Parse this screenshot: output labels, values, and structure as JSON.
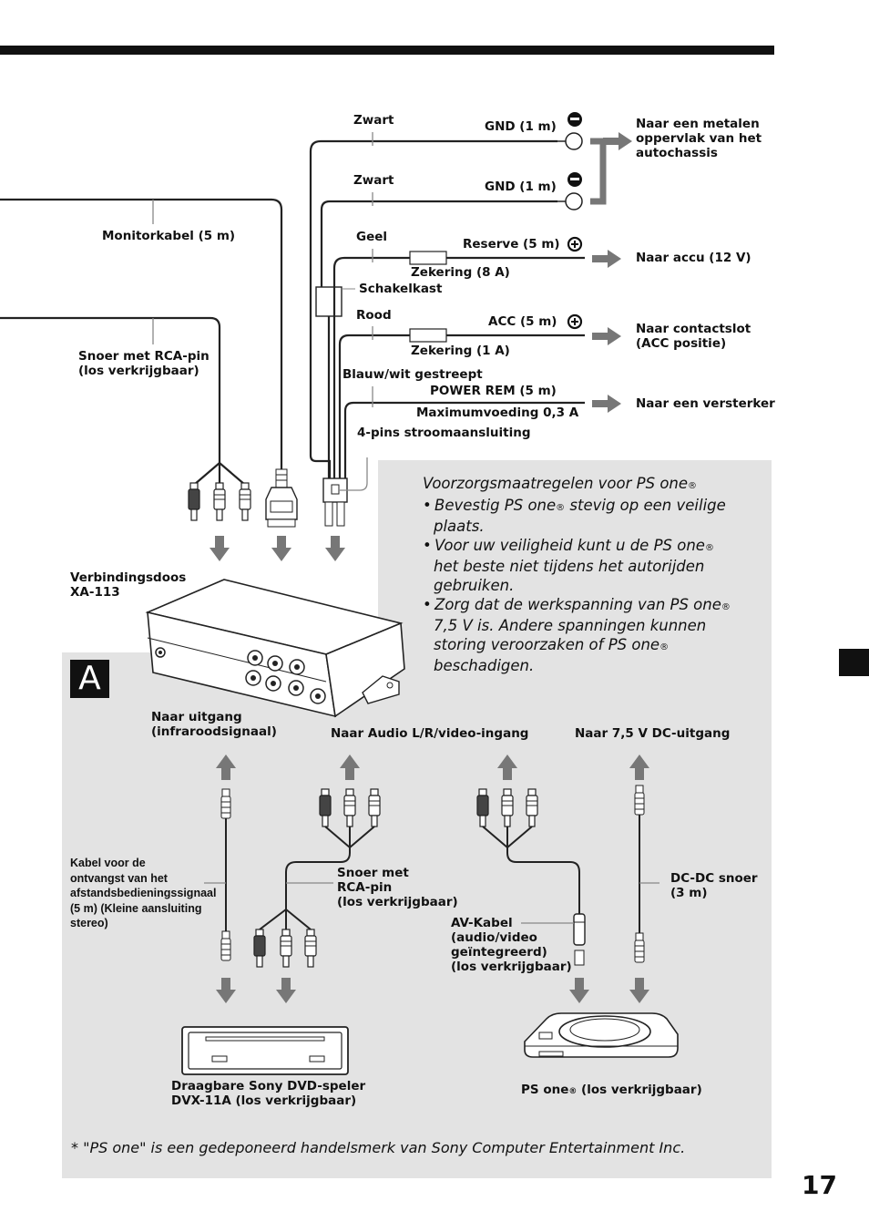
{
  "page_number": "17",
  "section_mark": "A",
  "wires": {
    "zwart1": "Zwart",
    "gnd1": "GND (1 m)",
    "zwart2": "Zwart",
    "gnd2": "GND (1 m)",
    "metal": [
      "Naar een metalen",
      "oppervlak van het",
      "autochassis"
    ],
    "monitorkabel": "Monitorkabel (5 m)",
    "geel": "Geel",
    "reserve": "Reserve (5 m)",
    "accu": "Naar accu (12 V)",
    "zekering8": "Zekering (8 A)",
    "schakelkast": "Schakelkast",
    "rood": "Rood",
    "acc": "ACC (5 m)",
    "contactslot": [
      "Naar contactslot",
      "(ACC positie)"
    ],
    "zekering1": "Zekering (1 A)",
    "snoer_rca_top": [
      "Snoer met RCA-pin",
      "(los verkrijgbaar)"
    ],
    "blauw": "Blauw/wit gestreept",
    "power_rem": "POWER REM (5 m)",
    "versterker": "Naar een versterker",
    "maxvoeding": "Maximumvoeding 0,3 A",
    "vierpins": "4-pins stroomaansluiting"
  },
  "junction_box": [
    "Verbindingsdoos",
    "XA-113"
  ],
  "notice": {
    "title": "Voorzorgsmaatregelen voor PS one",
    "reg": "®",
    "bullet1": [
      "• Bevestig PS one",
      "®",
      " stevig op een veilige",
      "plaats."
    ],
    "bullet2": [
      "• Voor uw veiligheid kunt u de PS one",
      "®",
      "het beste niet tijdens het autorijden",
      "gebruiken."
    ],
    "bullet3": [
      "• Zorg dat de werkspanning van PS one",
      "®",
      "7,5 V is. Andere spanningen kunnen",
      "storing veroorzaken of PS one",
      "®",
      "beschadigen."
    ]
  },
  "bottom": {
    "uitgang": [
      "Naar uitgang",
      "(infraroodsignaal)"
    ],
    "audio": "Naar Audio L/R/video-ingang",
    "dc_out": "Naar 7,5 V DC-uitgang",
    "kabel_ir": [
      "Kabel voor de",
      "ontvangst van het",
      "afstandsbedieningssignaal",
      "(5 m) (Kleine aansluiting",
      "stereo)"
    ],
    "snoer_rca": [
      "Snoer met",
      "RCA-pin",
      "(los verkrijgbaar)"
    ],
    "dcdc": [
      "DC-DC snoer",
      "(3 m)"
    ],
    "avkabel": [
      "AV-Kabel",
      "(audio/video",
      "geïntegreerd)",
      "(los verkrijgbaar)"
    ],
    "dvd": [
      "Draagbare Sony DVD-speler",
      "DVX-11A (los verkrijgbaar)"
    ],
    "psone": [
      "PS one",
      "®",
      " (los verkrijgbaar)"
    ]
  },
  "footnote": "* \"PS one\" is een gedeponeerd handelsmerk van Sony Computer Entertainment Inc."
}
